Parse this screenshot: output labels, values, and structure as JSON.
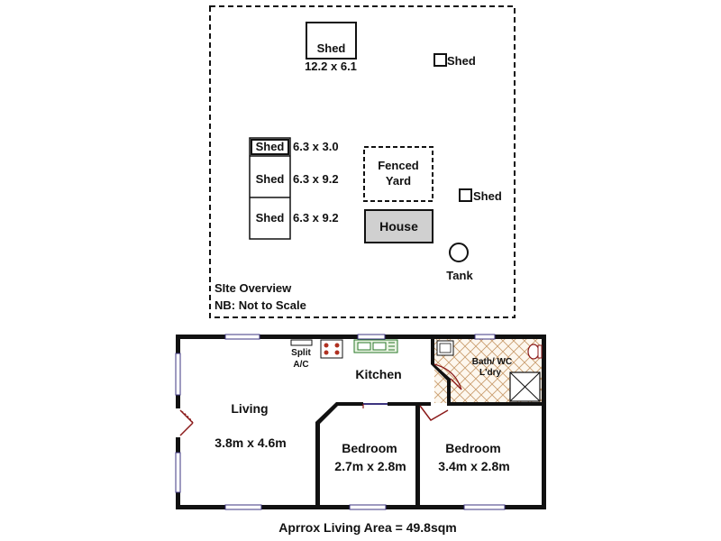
{
  "site": {
    "title": "SIte Overview",
    "note": "NB: Not to Scale",
    "shed_main": {
      "label": "Shed",
      "dims": "12.2 x 6.1"
    },
    "shed_small_top": {
      "label": "Shed"
    },
    "shed_small_right": {
      "label": "Shed"
    },
    "shed_row": [
      {
        "label": "Shed",
        "dims": "6.3 x 3.0"
      },
      {
        "label": "Shed",
        "dims": "6.3 x 9.2"
      },
      {
        "label": "Shed",
        "dims": "6.3 x 9.2"
      }
    ],
    "fenced_yard": {
      "line1": "Fenced",
      "line2": "Yard"
    },
    "house": {
      "label": "House"
    },
    "tank": {
      "label": "Tank"
    }
  },
  "floor": {
    "split_ac": {
      "line1": "Split",
      "line2": "A/C"
    },
    "kitchen": "Kitchen",
    "bath": {
      "line1": "Bath/ WC",
      "line2": "L'dry"
    },
    "living": {
      "name": "Living",
      "dims": "3.8m x 4.6m"
    },
    "bedroom1": {
      "name": "Bedroom",
      "dims": "2.7m x 2.8m"
    },
    "bedroom2": {
      "name": "Bedroom",
      "dims": "3.4m x 2.8m"
    },
    "area": "Aprrox Living Area = 49.8sqm"
  }
}
